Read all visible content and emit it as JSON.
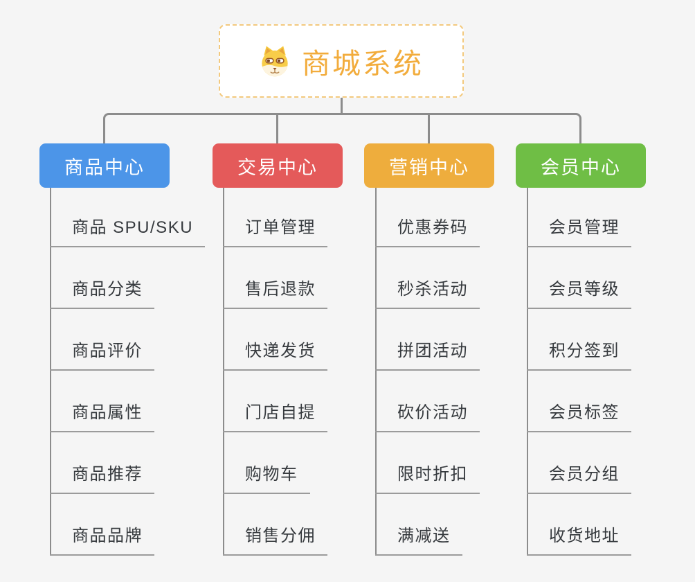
{
  "root": {
    "label": "商城系统",
    "icon": "doge-icon"
  },
  "branches": [
    {
      "id": "product-center",
      "label": "商品中心",
      "color": "#4C95E8",
      "children": [
        "商品 SPU/SKU",
        "商品分类",
        "商品评价",
        "商品属性",
        "商品推荐",
        "商品品牌"
      ]
    },
    {
      "id": "trade-center",
      "label": "交易中心",
      "color": "#E45A5A",
      "children": [
        "订单管理",
        "售后退款",
        "快递发货",
        "门店自提",
        "购物车",
        "销售分佣"
      ]
    },
    {
      "id": "marketing-center",
      "label": "营销中心",
      "color": "#EEAD3D",
      "children": [
        "优惠券码",
        "秒杀活动",
        "拼团活动",
        "砍价活动",
        "限时折扣",
        "满减送"
      ]
    },
    {
      "id": "member-center",
      "label": "会员中心",
      "color": "#6FBE45",
      "children": [
        "会员管理",
        "会员等级",
        "积分签到",
        "会员标签",
        "会员分组",
        "收货地址"
      ]
    }
  ],
  "colors": {
    "background": "#F5F5F5",
    "connector": "#8C8C8C",
    "underline": "#9B9B9B",
    "leaf_text": "#363A3E",
    "root_text": "#F2AC3C",
    "root_border": "#F3C97D",
    "branch_text": "#FFFFFF"
  }
}
